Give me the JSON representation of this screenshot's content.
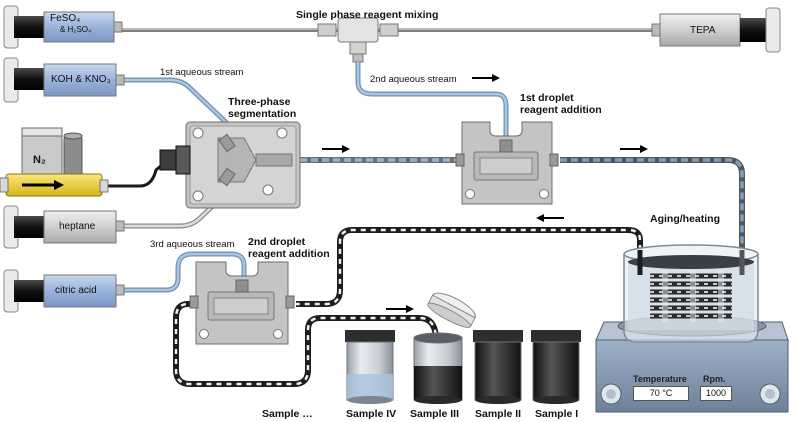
{
  "title": "Single phase reagent mixing",
  "syringes": {
    "feso4": {
      "line1": "FeSO₄",
      "line2": "& H₂SO₄"
    },
    "koh": "KOH & KNO₃",
    "n2": "N₂",
    "heptane": "heptane",
    "citric": "citric acid",
    "tepa": "TEPA"
  },
  "streams": {
    "first": "1st aqueous stream",
    "second": "2nd aqueous stream",
    "third": "3rd aqueous stream"
  },
  "modules": {
    "three_phase": {
      "line1": "Three-phase",
      "line2": "segmentation"
    },
    "first_addition": {
      "line1": "1st droplet",
      "line2": "reagent addition"
    },
    "second_addition": {
      "line1": "2nd droplet",
      "line2": "reagent addition"
    },
    "aging": "Aging/heating"
  },
  "hotplate": {
    "temp_label": "Temperature",
    "temp_value": "70 °C",
    "rpm_label": "Rpm.",
    "rpm_value": "1000"
  },
  "samples": [
    "Sample …",
    "Sample IV",
    "Sample III",
    "Sample II",
    "Sample I"
  ],
  "colors": {
    "tube_blue": "#8fb4d6",
    "syringe_blue": "#9ab3d9",
    "chip": "#c8c8c8",
    "n2_yellow": "#f2d53c"
  }
}
